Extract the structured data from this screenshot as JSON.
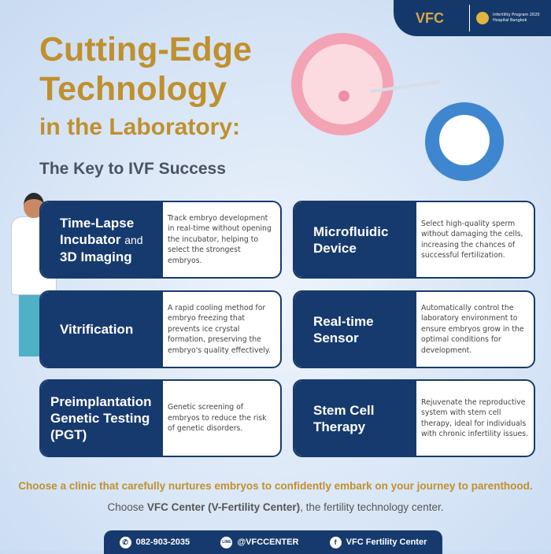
{
  "header": {
    "logo": "VFC",
    "program_line1": "Infertility Program 2020",
    "program_line2": "Hospital Bangkok"
  },
  "title": {
    "line1": "Cutting-Edge",
    "line2": "Technology",
    "line3": "in the Laboratory:",
    "subtitle": "The Key to IVF Success"
  },
  "cards": [
    {
      "title": "Time-Lapse Incubator",
      "title_small": "and",
      "title2": "3D Imaging",
      "desc": "Track embryo development in real-time without opening the incubator, helping to select the strongest embryos."
    },
    {
      "title": "Microfluidic Device",
      "desc": "Select high-quality sperm without damaging the cells, increasing the chances of successful fertilization."
    },
    {
      "title": "Vitrification",
      "desc": "A rapid cooling method for embryo freezing that prevents ice crystal formation, preserving the embryo's quality effectively."
    },
    {
      "title": "Real-time Sensor",
      "desc": "Automatically control the laboratory environment to ensure embryos grow in the optimal conditions for development."
    },
    {
      "title": "Preimplantation Genetic Testing (PGT)",
      "desc": "Genetic screening of embryos to reduce the risk of genetic disorders."
    },
    {
      "title": "Stem Cell Therapy",
      "desc": "Rejuvenate the reproductive system with stem cell therapy, ideal for individuals with chronic infertility issues."
    }
  ],
  "cta": {
    "line1": "Choose a clinic that carefully nurtures embryos to confidently embark on your journey to parenthood.",
    "line2_pre": "Choose ",
    "line2_bold": "VFC Center (V-Fertility Center)",
    "line2_post": ", the fertility technology center."
  },
  "contact": {
    "phone": "082-903-2035",
    "line_label": "LINE",
    "line": "@VFCCENTER",
    "facebook": "VFC Fertility Center"
  },
  "colors": {
    "navy": "#173a6e",
    "gold": "#c0902e"
  }
}
